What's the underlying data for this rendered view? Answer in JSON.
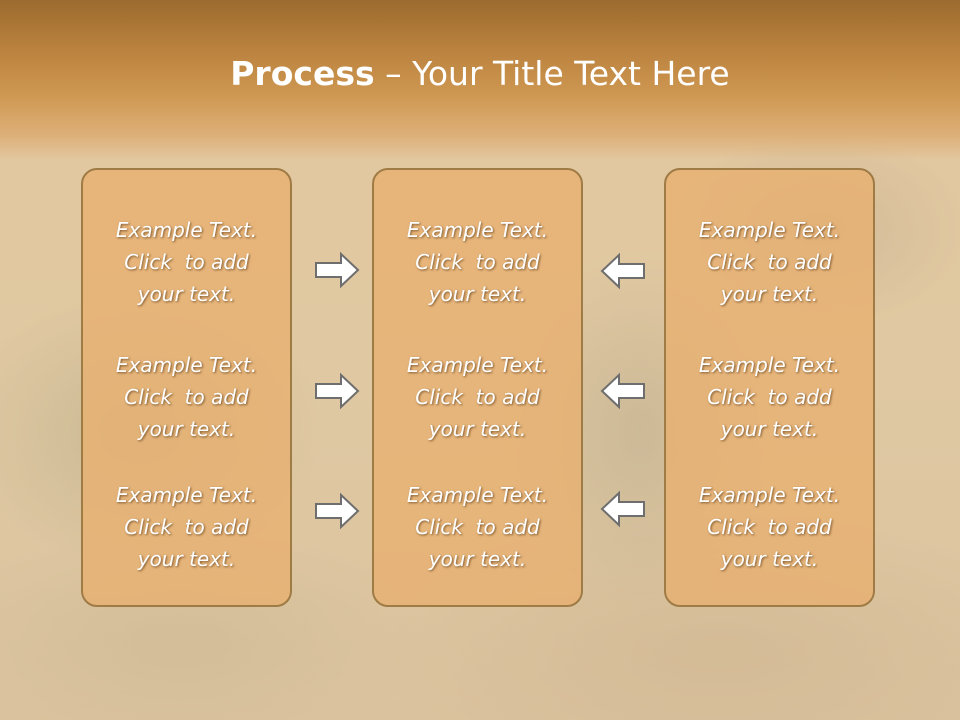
{
  "title": {
    "bold": "Process",
    "dash": " – ",
    "rest": "Your Title Text Here"
  },
  "columns": [
    {
      "items": [
        {
          "line1": "Example Text.",
          "line2": "Click  to add",
          "line3": "your text."
        },
        {
          "line1": "Example Text.",
          "line2": "Click  to add",
          "line3": "your text."
        },
        {
          "line1": "Example Text.",
          "line2": "Click  to add",
          "line3": "your text."
        }
      ]
    },
    {
      "items": [
        {
          "line1": "Example Text.",
          "line2": "Click  to add",
          "line3": "your text."
        },
        {
          "line1": "Example Text.",
          "line2": "Click  to add",
          "line3": "your text."
        },
        {
          "line1": "Example Text.",
          "line2": "Click  to add",
          "line3": "your text."
        }
      ]
    },
    {
      "items": [
        {
          "line1": "Example Text.",
          "line2": "Click  to add",
          "line3": "your text."
        },
        {
          "line1": "Example Text.",
          "line2": "Click  to add",
          "line3": "your text."
        },
        {
          "line1": "Example Text.",
          "line2": "Click  to add",
          "line3": "your text."
        }
      ]
    }
  ],
  "arrows": {
    "left_group": "right-arrow-icon",
    "right_group": "left-arrow-icon"
  },
  "colors": {
    "title_band": "#b9813d",
    "box_fill": "#e8b070",
    "box_border": "#9f7b45",
    "text": "#ffffff",
    "arrow_stroke": "#6e6e6e"
  }
}
